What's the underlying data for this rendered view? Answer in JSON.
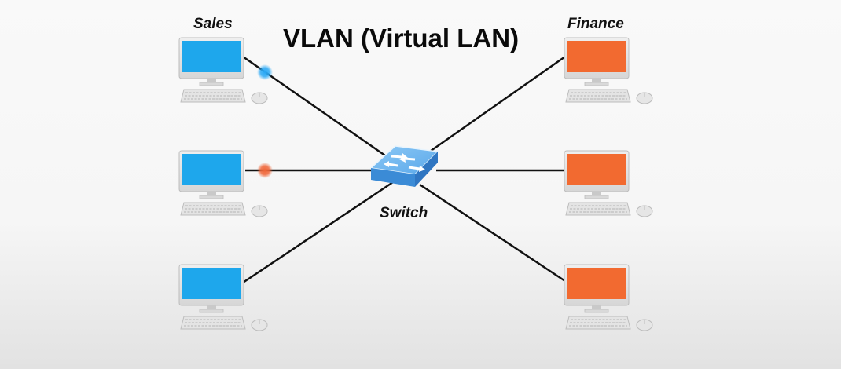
{
  "title": "VLAN (Virtual LAN)",
  "groups": {
    "left": "Sales",
    "right": "Finance"
  },
  "switch_label": "Switch",
  "colors": {
    "sales_screen": "#1ea7ec",
    "finance_screen": "#f26a30",
    "link": "#111111",
    "switch_top": "#6cb6ef",
    "switch_side": "#3f8ed8",
    "blue_indicator": "#27a8f5",
    "orange_indicator": "#f0673a"
  },
  "icons": [
    "computer-icon",
    "switch-icon",
    "mouse-icon",
    "keyboard-icon",
    "arrows-icon"
  ]
}
